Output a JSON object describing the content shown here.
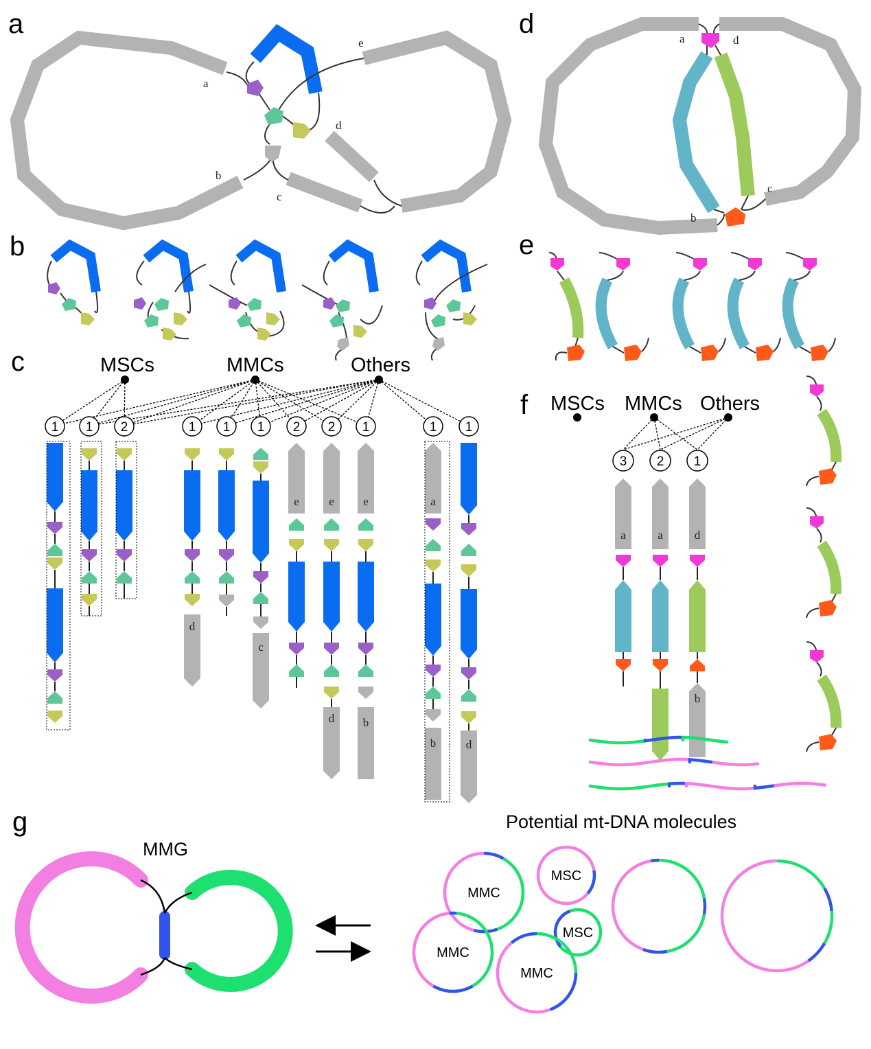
{
  "panels": {
    "a": "a",
    "b": "b",
    "c": "c",
    "d": "d",
    "e": "e",
    "f": "f",
    "g": "g"
  },
  "panel_a": {
    "segment_labels": [
      "a",
      "b",
      "c",
      "d",
      "e"
    ]
  },
  "panel_c": {
    "categories": [
      "MSCs",
      "MMCs",
      "Others"
    ],
    "counts": [
      "1",
      "1",
      "2",
      "1",
      "1",
      "1",
      "2",
      "2",
      "1",
      "1",
      "1"
    ],
    "segment_labels": [
      "d",
      "c",
      "e",
      "e",
      "e",
      "d",
      "b",
      "a",
      "b",
      "d"
    ]
  },
  "panel_d": {
    "segment_labels": [
      "a",
      "d",
      "b",
      "c"
    ]
  },
  "panel_f": {
    "categories": [
      "MSCs",
      "MMCs",
      "Others"
    ],
    "counts": [
      "3",
      "2",
      "1"
    ],
    "segment_labels": [
      "a",
      "a",
      "d",
      "b"
    ]
  },
  "panel_g": {
    "title_left": "MMG",
    "title_right": "Potential mt-DNA molecules",
    "circle_labels": [
      "MMC",
      "MSC",
      "MSC",
      "MMC",
      "MMC"
    ]
  },
  "colors": {
    "gray": "#b3b3b3",
    "blue": "#0a6cf0",
    "purple": "#9b5fc8",
    "teal": "#5dc79a",
    "olive": "#c5c95a",
    "magenta": "#f03ad6",
    "cyan": "#62b4c8",
    "green": "#9ccb5c",
    "orange": "#ff5a1a",
    "pink": "#f47fe3",
    "bright_green": "#1ee070",
    "royal": "#2f55ea"
  }
}
